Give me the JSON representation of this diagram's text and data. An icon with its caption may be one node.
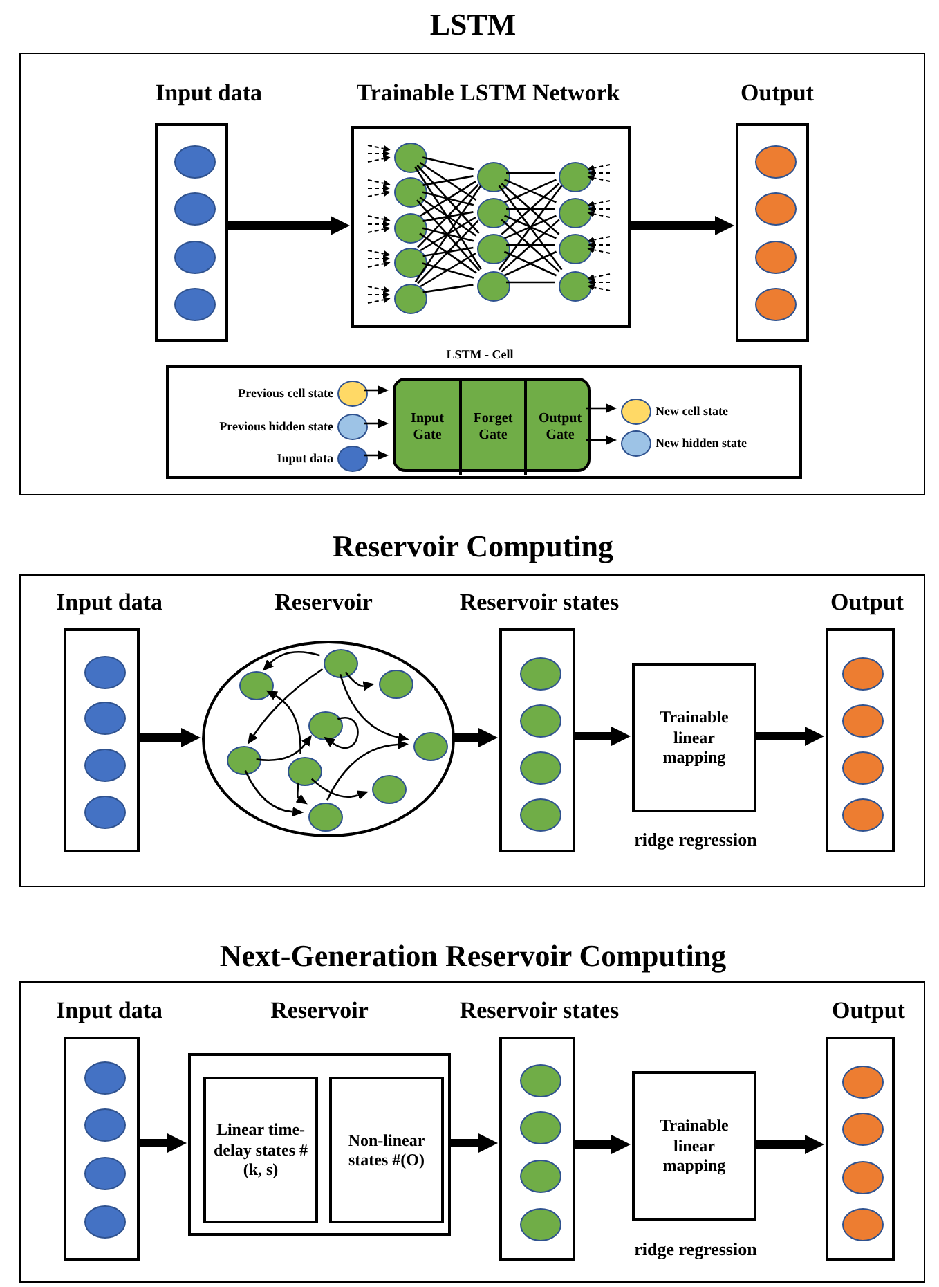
{
  "diagram": {
    "nodes": [
      {
        "text": [
          "LSTM"
        ]
      },
      {
        "text": [
          "Input data"
        ],
        "in": 0
      },
      {
        "text": [],
        "shape": "circle",
        "in": 1
      },
      {
        "text": [],
        "shape": "circle",
        "in": 1
      },
      {
        "text": [],
        "shape": "circle",
        "in": 1
      },
      {
        "text": [],
        "shape": "circle",
        "in": 1
      },
      {
        "text": [
          "Trainable LSTM Network"
        ],
        "in": 0
      },
      {
        "text": [],
        "shape": "circle",
        "in": 6
      },
      {
        "text": [],
        "shape": "circle",
        "in": 6
      },
      {
        "text": [],
        "shape": "circle",
        "in": 6
      },
      {
        "text": [],
        "shape": "circle",
        "in": 6
      },
      {
        "text": [],
        "shape": "circle",
        "in": 6
      },
      {
        "text": [],
        "shape": "circle",
        "in": 6
      },
      {
        "text": [],
        "shape": "circle",
        "in": 6
      },
      {
        "text": [],
        "shape": "circle",
        "in": 6
      },
      {
        "text": [],
        "shape": "circle",
        "in": 6
      },
      {
        "text": [],
        "shape": "circle",
        "in": 6
      },
      {
        "text": [],
        "shape": "circle",
        "in": 6
      },
      {
        "text": [],
        "shape": "circle",
        "in": 6
      },
      {
        "text": [],
        "shape": "circle",
        "in": 6
      },
      {
        "text": [
          "Output"
        ],
        "in": 0
      },
      {
        "text": [],
        "shape": "circle",
        "in": 20
      },
      {
        "text": [],
        "shape": "circle",
        "in": 20
      },
      {
        "text": [],
        "shape": "circle",
        "in": 20
      },
      {
        "text": [],
        "shape": "circle",
        "in": 20
      },
      {
        "text": [
          "LSTM - Cell"
        ],
        "in": 0
      },
      {
        "text": [],
        "shape": "circle",
        "beside": [
          "Previous cell state"
        ],
        "in": 25
      },
      {
        "text": [],
        "shape": "circle",
        "beside": [
          "Previous hidden state"
        ],
        "in": 25
      },
      {
        "text": [],
        "shape": "circle",
        "beside": [
          "Input data"
        ],
        "in": 25
      },
      {
        "text": [],
        "shape": "box",
        "in": 25
      },
      {
        "text": [
          "Input Gate"
        ],
        "in": 29
      },
      {
        "text": [
          "Forget Gate"
        ],
        "in": 29
      },
      {
        "text": [
          "Output Gate"
        ],
        "in": 29
      },
      {
        "text": [],
        "shape": "circle",
        "beside": [
          "New cell state"
        ],
        "in": 25
      },
      {
        "text": [],
        "shape": "circle",
        "beside": [
          "New hidden state"
        ],
        "in": 25
      },
      {
        "text": [
          "Reservoir Computing"
        ]
      },
      {
        "text": [
          "Input data"
        ],
        "in": 35
      },
      {
        "text": [],
        "shape": "circle",
        "in": 36
      },
      {
        "text": [],
        "shape": "circle",
        "in": 36
      },
      {
        "text": [],
        "shape": "circle",
        "in": 36
      },
      {
        "text": [],
        "shape": "circle",
        "in": 36
      },
      {
        "text": [
          "Reservoir"
        ],
        "in": 35
      },
      {
        "text": [],
        "shape": "circle",
        "in": 41
      },
      {
        "text": [],
        "shape": "circle",
        "in": 41
      },
      {
        "text": [],
        "shape": "circle",
        "in": 41
      },
      {
        "text": [],
        "shape": "circle",
        "in": 41
      },
      {
        "text": [],
        "shape": "circle",
        "in": 41
      },
      {
        "text": [],
        "shape": "circle",
        "in": 41
      },
      {
        "text": [],
        "shape": "circle",
        "in": 41
      },
      {
        "text": [],
        "shape": "circle",
        "in": 41
      },
      {
        "text": [],
        "shape": "circle",
        "in": 41
      },
      {
        "text": [
          "Reservoir states"
        ],
        "in": 35
      },
      {
        "text": [],
        "shape": "circle",
        "in": 51
      },
      {
        "text": [],
        "shape": "circle",
        "in": 51
      },
      {
        "text": [],
        "shape": "circle",
        "in": 51
      },
      {
        "text": [],
        "shape": "circle",
        "in": 51
      },
      {
        "text": [
          "Trainable linear mapping"
        ],
        "beside": [
          "ridge regression"
        ],
        "in": 35
      },
      {
        "text": [
          "Output"
        ],
        "in": 35
      },
      {
        "text": [],
        "shape": "circle",
        "in": 57
      },
      {
        "text": [],
        "shape": "circle",
        "in": 57
      },
      {
        "text": [],
        "shape": "circle",
        "in": 57
      },
      {
        "text": [],
        "shape": "circle",
        "in": 57
      },
      {
        "text": [
          "Next-Generation Reservoir Computing"
        ]
      },
      {
        "text": [
          "Input data"
        ],
        "in": 62
      },
      {
        "text": [],
        "shape": "circle",
        "in": 63
      },
      {
        "text": [],
        "shape": "circle",
        "in": 63
      },
      {
        "text": [],
        "shape": "circle",
        "in": 63
      },
      {
        "text": [],
        "shape": "circle",
        "in": 63
      },
      {
        "text": [
          "Reservoir"
        ],
        "in": 62
      },
      {
        "text": [
          "Linear time-delay states #(k, s)"
        ],
        "in": 68
      },
      {
        "text": [
          "Non-linear states #(O)"
        ],
        "in": 68
      },
      {
        "text": [
          "Reservoir states"
        ],
        "in": 62
      },
      {
        "text": [],
        "shape": "circle",
        "in": 71
      },
      {
        "text": [],
        "shape": "circle",
        "in": 71
      },
      {
        "text": [],
        "shape": "circle",
        "in": 71
      },
      {
        "text": [],
        "shape": "circle",
        "in": 71
      },
      {
        "text": [
          "Trainable linear mapping"
        ],
        "beside": [
          "ridge regression"
        ],
        "in": 62
      },
      {
        "text": [
          "Output"
        ],
        "in": 62
      },
      {
        "text": [],
        "shape": "circle",
        "in": 77
      },
      {
        "text": [],
        "shape": "circle",
        "in": 77
      },
      {
        "text": [],
        "shape": "circle",
        "in": 77
      },
      {
        "text": [],
        "shape": "circle",
        "in": 77
      }
    ],
    "edges": [
      {
        "from": 1,
        "to": 6,
        "arrow": "to",
        "style": "thick"
      },
      {
        "from": 6,
        "to": 20,
        "arrow": "to",
        "style": "thick"
      },
      {
        "from": 7,
        "to": 12,
        "arrow": "none"
      },
      {
        "from": 7,
        "to": 13,
        "arrow": "none"
      },
      {
        "from": 7,
        "to": 14,
        "arrow": "none"
      },
      {
        "from": 7,
        "to": 15,
        "arrow": "none"
      },
      {
        "from": 8,
        "to": 12,
        "arrow": "none"
      },
      {
        "from": 8,
        "to": 13,
        "arrow": "none"
      },
      {
        "from": 8,
        "to": 14,
        "arrow": "none"
      },
      {
        "from": 8,
        "to": 15,
        "arrow": "none"
      },
      {
        "from": 9,
        "to": 12,
        "arrow": "none"
      },
      {
        "from": 9,
        "to": 13,
        "arrow": "none"
      },
      {
        "from": 9,
        "to": 14,
        "arrow": "none"
      },
      {
        "from": 9,
        "to": 15,
        "arrow": "none"
      },
      {
        "from": 10,
        "to": 12,
        "arrow": "none"
      },
      {
        "from": 10,
        "to": 13,
        "arrow": "none"
      },
      {
        "from": 10,
        "to": 14,
        "arrow": "none"
      },
      {
        "from": 10,
        "to": 15,
        "arrow": "none"
      },
      {
        "from": 11,
        "to": 12,
        "arrow": "none"
      },
      {
        "from": 11,
        "to": 13,
        "arrow": "none"
      },
      {
        "from": 11,
        "to": 14,
        "arrow": "none"
      },
      {
        "from": 11,
        "to": 15,
        "arrow": "none"
      },
      {
        "from": 12,
        "to": 16,
        "arrow": "none"
      },
      {
        "from": 12,
        "to": 17,
        "arrow": "none"
      },
      {
        "from": 12,
        "to": 18,
        "arrow": "none"
      },
      {
        "from": 12,
        "to": 19,
        "arrow": "none"
      },
      {
        "from": 13,
        "to": 16,
        "arrow": "none"
      },
      {
        "from": 13,
        "to": 17,
        "arrow": "none"
      },
      {
        "from": 13,
        "to": 18,
        "arrow": "none"
      },
      {
        "from": 13,
        "to": 19,
        "arrow": "none"
      },
      {
        "from": 14,
        "to": 16,
        "arrow": "none"
      },
      {
        "from": 14,
        "to": 17,
        "arrow": "none"
      },
      {
        "from": 14,
        "to": 18,
        "arrow": "none"
      },
      {
        "from": 14,
        "to": 19,
        "arrow": "none"
      },
      {
        "from": 15,
        "to": 16,
        "arrow": "none"
      },
      {
        "from": 15,
        "to": 17,
        "arrow": "none"
      },
      {
        "from": 15,
        "to": 18,
        "arrow": "none"
      },
      {
        "from": 15,
        "to": 19,
        "arrow": "none"
      },
      {
        "from": null,
        "to": 7,
        "arrow": "to",
        "style": "dashed"
      },
      {
        "from": null,
        "to": 7,
        "arrow": "to",
        "style": "dashed"
      },
      {
        "from": null,
        "to": 7,
        "arrow": "to",
        "style": "dashed"
      },
      {
        "from": null,
        "to": 8,
        "arrow": "to",
        "style": "dashed"
      },
      {
        "from": null,
        "to": 8,
        "arrow": "to",
        "style": "dashed"
      },
      {
        "from": null,
        "to": 8,
        "arrow": "to",
        "style": "dashed"
      },
      {
        "from": null,
        "to": 9,
        "arrow": "to",
        "style": "dashed"
      },
      {
        "from": null,
        "to": 9,
        "arrow": "to",
        "style": "dashed"
      },
      {
        "from": null,
        "to": 9,
        "arrow": "to",
        "style": "dashed"
      },
      {
        "from": null,
        "to": 10,
        "arrow": "to",
        "style": "dashed"
      },
      {
        "from": null,
        "to": 10,
        "arrow": "to",
        "style": "dashed"
      },
      {
        "from": null,
        "to": 10,
        "arrow": "to",
        "style": "dashed"
      },
      {
        "from": null,
        "to": 11,
        "arrow": "to",
        "style": "dashed"
      },
      {
        "from": null,
        "to": 11,
        "arrow": "to",
        "style": "dashed"
      },
      {
        "from": null,
        "to": 11,
        "arrow": "to",
        "style": "dashed"
      },
      {
        "from": null,
        "to": 16,
        "arrow": "to",
        "style": "dashed"
      },
      {
        "from": null,
        "to": 16,
        "arrow": "to",
        "style": "dashed"
      },
      {
        "from": null,
        "to": 16,
        "arrow": "to",
        "style": "dashed"
      },
      {
        "from": null,
        "to": 17,
        "arrow": "to",
        "style": "dashed"
      },
      {
        "from": null,
        "to": 17,
        "arrow": "to",
        "style": "dashed"
      },
      {
        "from": null,
        "to": 17,
        "arrow": "to",
        "style": "dashed"
      },
      {
        "from": null,
        "to": 18,
        "arrow": "to",
        "style": "dashed"
      },
      {
        "from": null,
        "to": 18,
        "arrow": "to",
        "style": "dashed"
      },
      {
        "from": null,
        "to": 18,
        "arrow": "to",
        "style": "dashed"
      },
      {
        "from": null,
        "to": 19,
        "arrow": "to",
        "style": "dashed"
      },
      {
        "from": null,
        "to": 19,
        "arrow": "to",
        "style": "dashed"
      },
      {
        "from": null,
        "to": 19,
        "arrow": "to",
        "style": "dashed"
      },
      {
        "from": 26,
        "to": 29,
        "arrow": "to"
      },
      {
        "from": 27,
        "to": 29,
        "arrow": "to"
      },
      {
        "from": 28,
        "to": 29,
        "arrow": "to"
      },
      {
        "from": 29,
        "to": 33,
        "arrow": "to"
      },
      {
        "from": 29,
        "to": 34,
        "arrow": "to"
      },
      {
        "from": 36,
        "to": 41,
        "arrow": "to",
        "style": "thick"
      },
      {
        "from": 41,
        "to": 51,
        "arrow": "to",
        "style": "thick"
      },
      {
        "from": 51,
        "to": 56,
        "arrow": "to",
        "style": "thick"
      },
      {
        "from": 56,
        "to": 57,
        "arrow": "to",
        "style": "thick"
      },
      {
        "from": 42,
        "to": 43,
        "arrow": "to"
      },
      {
        "from": 42,
        "to": 47,
        "arrow": "to"
      },
      {
        "from": 42,
        "to": 44,
        "arrow": "to"
      },
      {
        "from": 42,
        "to": 46,
        "arrow": "to"
      },
      {
        "from": 45,
        "to": 45,
        "arrow": "to"
      },
      {
        "from": 48,
        "to": 43,
        "arrow": "to"
      },
      {
        "from": 47,
        "to": 45,
        "arrow": "to"
      },
      {
        "from": 47,
        "to": 50,
        "arrow": "to"
      },
      {
        "from": 48,
        "to": 50,
        "arrow": "to"
      },
      {
        "from": 48,
        "to": 49,
        "arrow": "to"
      },
      {
        "from": 50,
        "to": 46,
        "arrow": "to"
      },
      {
        "from": 63,
        "to": 68,
        "arrow": "to",
        "style": "thick"
      },
      {
        "from": 68,
        "to": 71,
        "arrow": "to",
        "style": "thick"
      },
      {
        "from": 71,
        "to": 76,
        "arrow": "to",
        "style": "thick"
      },
      {
        "from": 76,
        "to": 77,
        "arrow": "to",
        "style": "thick"
      }
    ]
  }
}
